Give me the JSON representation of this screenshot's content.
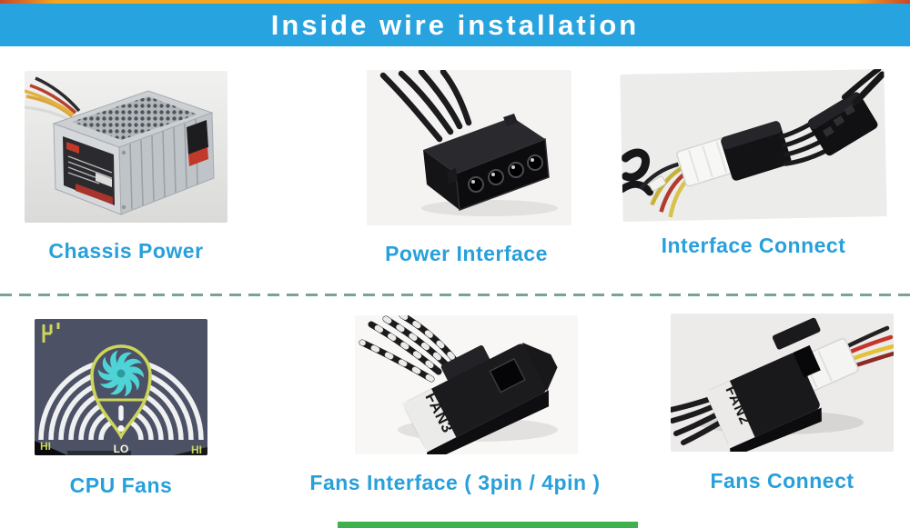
{
  "header": {
    "title": "Inside wire installation"
  },
  "top_row": {
    "items": [
      {
        "caption": "Chassis Power"
      },
      {
        "caption": "Power Interface"
      },
      {
        "caption": "Interface Connect"
      }
    ]
  },
  "bottom_row": {
    "items": [
      {
        "caption": "CPU Fans"
      },
      {
        "caption": "Fans Interface ( 3pin / 4pin )"
      },
      {
        "caption": "Fans Connect"
      }
    ]
  },
  "figures": {
    "cpu_fan_gauge": {
      "left_label": "HI",
      "center_label": "LO",
      "right_label": "HI"
    },
    "fan_interface": {
      "connector_label": "FAN3"
    },
    "fan_connect": {
      "connector_label": "FAN2"
    }
  },
  "colors": {
    "banner_blue": "#27a4df",
    "top_strip_orange": "#f6a81e",
    "caption_blue": "#27a0db",
    "divider_teal": "#76a39b",
    "bottom_bar_green": "#3cb14e",
    "gauge_background": "#4c5166",
    "gauge_accent_yellow": "#ccd65a",
    "gauge_fan_cyan": "#4ed4d6"
  }
}
